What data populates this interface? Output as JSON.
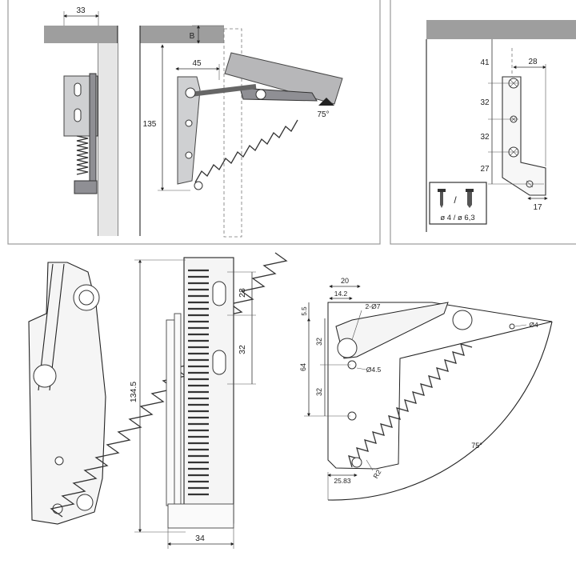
{
  "panel_a": {
    "dim_width": "33",
    "dim_b": "B",
    "dim_45": "45",
    "dim_135": "135",
    "angle": "75°"
  },
  "panel_b": {
    "dim_41": "41",
    "dim_28": "28",
    "dim_32a": "32",
    "dim_32b": "32",
    "dim_27": "27",
    "dim_17": "17",
    "screw_label": "ø 4 / ø 6,3"
  },
  "panel_c": {
    "dim_134_5": "134.5",
    "dim_23": "23",
    "dim_32": "32",
    "dim_34": "34"
  },
  "panel_d": {
    "dim_20": "20",
    "dim_14_2": "14.2",
    "dim_2_o7": "2-Ø7",
    "dim_5_5": "5.5",
    "dim_32a": "32",
    "dim_64": "64",
    "dim_32b": "32",
    "dim_o4_5": "Ø4.5",
    "dim_o4": "Ø4",
    "dim_25_83": "25.83",
    "dim_r2": "R2",
    "angle": "75°"
  }
}
